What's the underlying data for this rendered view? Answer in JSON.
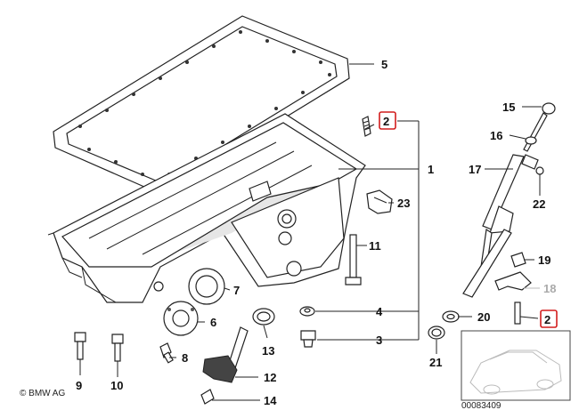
{
  "callouts": [
    {
      "id": "p1",
      "label": "1"
    },
    {
      "id": "p2a",
      "label": "2"
    },
    {
      "id": "p2b",
      "label": "2"
    },
    {
      "id": "p3",
      "label": "3"
    },
    {
      "id": "p4",
      "label": "4"
    },
    {
      "id": "p5",
      "label": "5"
    },
    {
      "id": "p6",
      "label": "6"
    },
    {
      "id": "p7",
      "label": "7"
    },
    {
      "id": "p8",
      "label": "8"
    },
    {
      "id": "p9",
      "label": "9"
    },
    {
      "id": "p10",
      "label": "10"
    },
    {
      "id": "p11",
      "label": "11"
    },
    {
      "id": "p12",
      "label": "12"
    },
    {
      "id": "p13",
      "label": "13"
    },
    {
      "id": "p14",
      "label": "14"
    },
    {
      "id": "p15",
      "label": "15"
    },
    {
      "id": "p16",
      "label": "16"
    },
    {
      "id": "p17",
      "label": "17"
    },
    {
      "id": "p18",
      "label": "18"
    },
    {
      "id": "p19",
      "label": "19"
    },
    {
      "id": "p20",
      "label": "20"
    },
    {
      "id": "p21",
      "label": "21"
    },
    {
      "id": "p22",
      "label": "22"
    },
    {
      "id": "p23",
      "label": "23"
    }
  ],
  "copyright": "© BMW AG",
  "diagram_number": "00083409",
  "colors": {
    "highlight": "#d21d1d",
    "line": "#222222",
    "muted": "#aaaaaa"
  }
}
